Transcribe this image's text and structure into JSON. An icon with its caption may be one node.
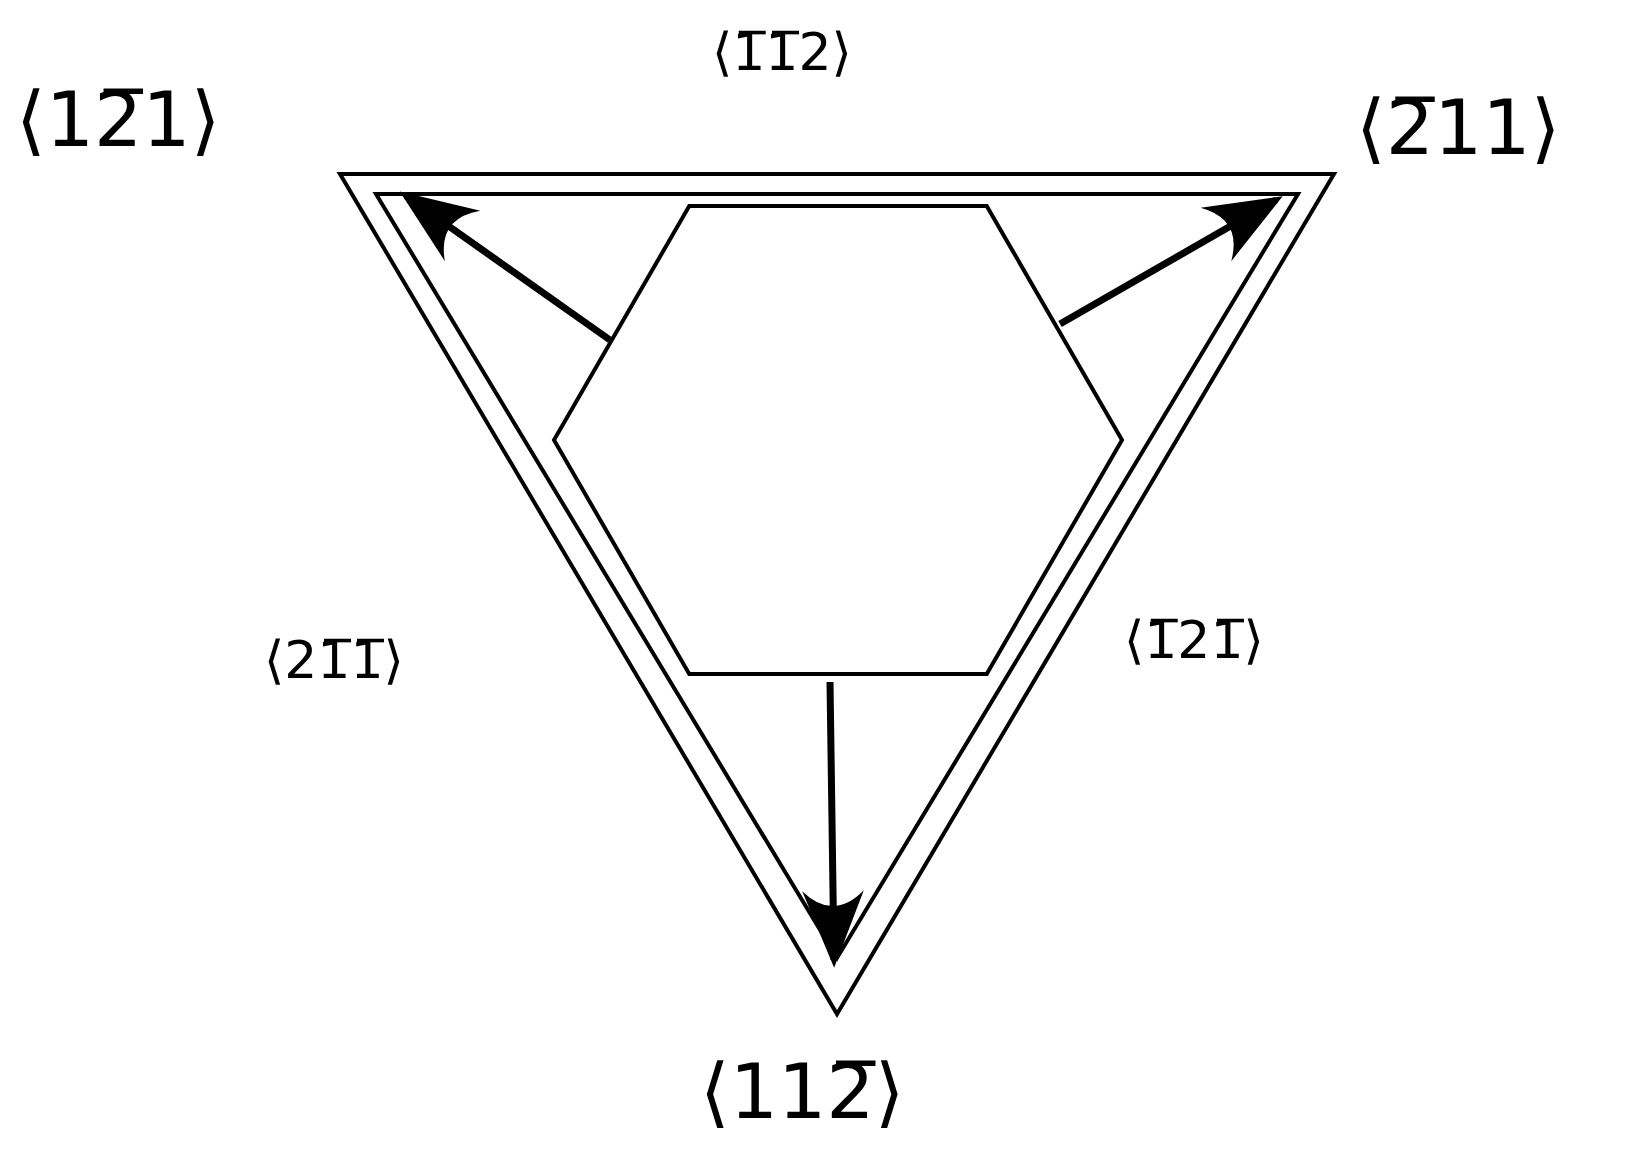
{
  "diagram": {
    "nodes": [
      {
        "text": [],
        "shape": "triangle"
      },
      {
        "text": [],
        "shape": "hexagon",
        "in": 0
      }
    ],
    "edges": [
      {
        "from": 1,
        "to": null,
        "arrow": "to"
      },
      {
        "from": 1,
        "to": null,
        "arrow": "to"
      },
      {
        "from": 1,
        "to": null,
        "arrow": "to"
      }
    ],
    "labels": [
      "⟨12̅1⟩",
      "⟨1̅1̅2⟩",
      "⟨2̅11⟩",
      "⟨21̅1̅⟩",
      "⟨1̅21̅⟩",
      "⟨112̅⟩"
    ]
  }
}
